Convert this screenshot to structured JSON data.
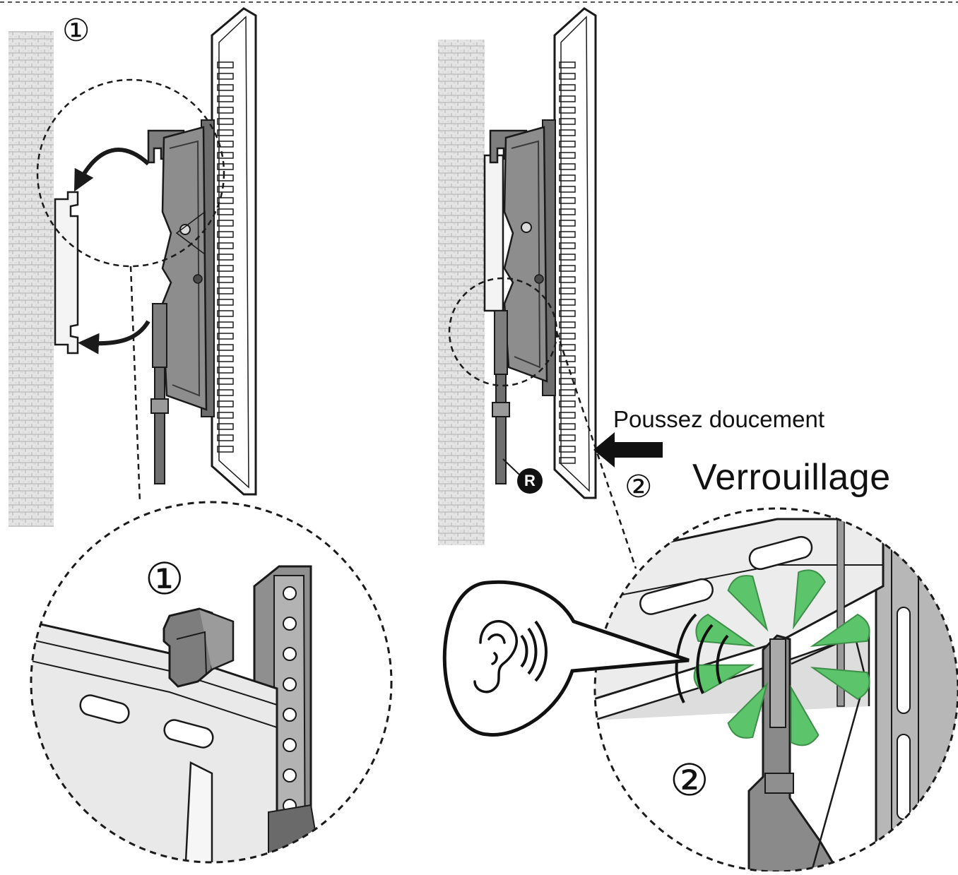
{
  "steps": {
    "step1_symbol": "①",
    "step2_symbol": "②"
  },
  "labels": {
    "push_gently": "Poussez doucement",
    "locking": "Verrouillage",
    "r_badge": "R"
  },
  "colors": {
    "accent_green": "#5cc46a",
    "line": "#1a1a1a",
    "metal_gray": "#8a8a8a",
    "wall": "#dedede"
  },
  "icons": [
    "ear-icon",
    "sound-wave-icon",
    "curved-arrow-icon",
    "push-arrow-icon"
  ]
}
